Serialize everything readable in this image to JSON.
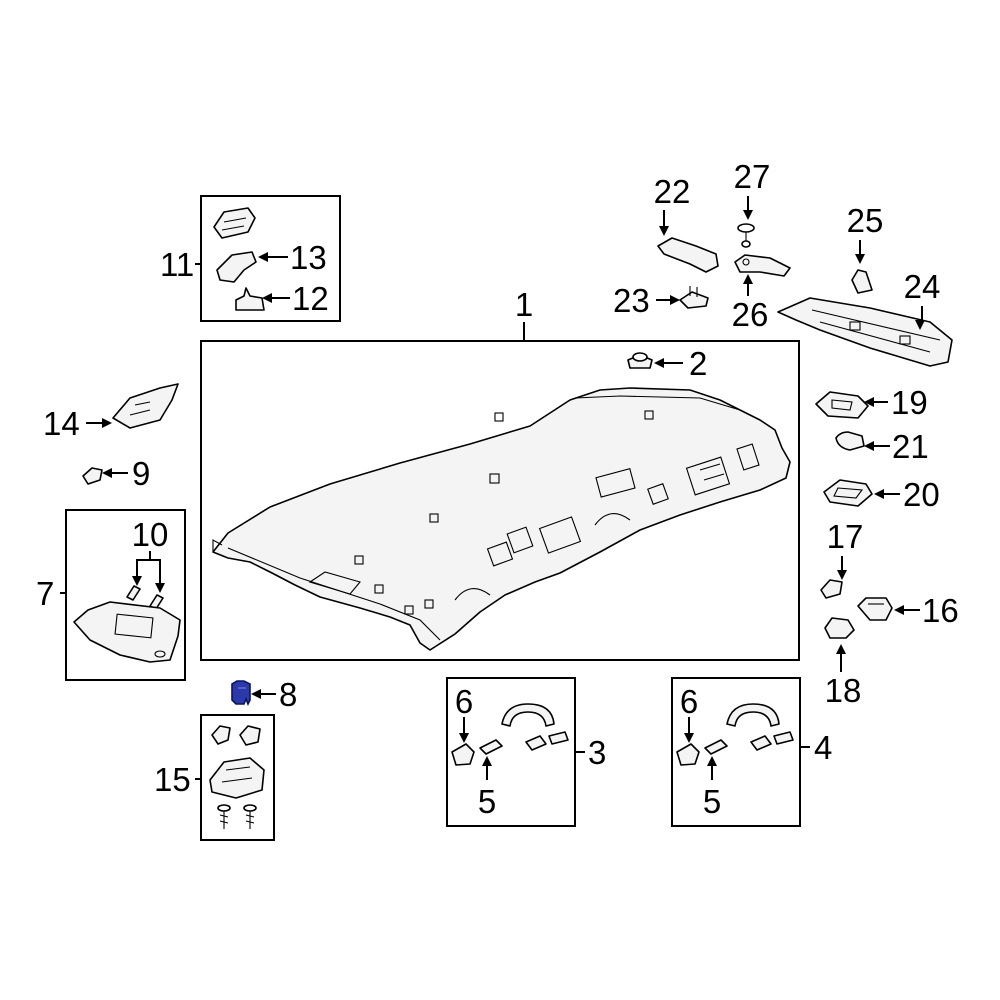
{
  "diagram": {
    "callouts": {
      "c1": "1",
      "c2": "2",
      "c3": "3",
      "c4": "4",
      "c5a": "5",
      "c5b": "5",
      "c6a": "6",
      "c6b": "6",
      "c7": "7",
      "c8": "8",
      "c9": "9",
      "c10": "10",
      "c11": "11",
      "c12": "12",
      "c13": "13",
      "c14": "14",
      "c15": "15",
      "c16": "16",
      "c17": "17",
      "c18": "18",
      "c19": "19",
      "c20": "20",
      "c21": "21",
      "c22": "22",
      "c23": "23",
      "c24": "24",
      "c25": "25",
      "c26": "26",
      "c27": "27"
    },
    "colors": {
      "line": "#000000",
      "highlight": "#2b3aa8"
    }
  }
}
